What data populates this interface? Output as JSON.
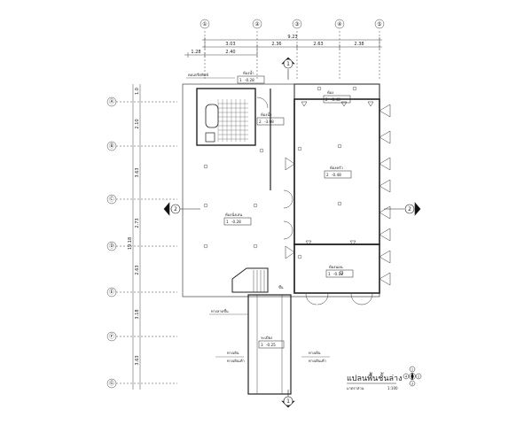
{
  "grid_columns": [
    "①",
    "②",
    "③",
    "④",
    "⑤"
  ],
  "grid_rows": [
    "Ⓐ",
    "Ⓑ",
    "Ⓒ",
    "Ⓓ",
    "Ⓔ",
    "Ⓕ",
    "Ⓖ"
  ],
  "top_dimensions": {
    "overall": "9.23",
    "spans": [
      "3.03",
      "2.36",
      "2.63",
      "2.38"
    ],
    "offset_a": "1.28",
    "offset_b": "2.40"
  },
  "left_dimensions": {
    "overall": "19.18",
    "spans": [
      "2.10",
      "3.63",
      "2.73",
      "2.63",
      "3.18",
      "3.63"
    ],
    "top_small": "1.0"
  },
  "section_markers": {
    "top": "1",
    "bottom": "1",
    "left": "2",
    "right": "2"
  },
  "rooms": [
    {
      "name": "ห้องน้ำ",
      "code": "1",
      "level": "-0.28"
    },
    {
      "name": "ห้องน้ำ",
      "code": "2",
      "level": "-3.08"
    },
    {
      "name": "ห้องนั่งเล่น",
      "code": "1",
      "level": "-0.28"
    },
    {
      "name": "ห้อง",
      "code": "2",
      "level": "-0.48"
    },
    {
      "name": "ห้องครัว",
      "code": "2",
      "level": "-0.48"
    },
    {
      "name": "ห้องนอน",
      "code": "1",
      "level": "-0.18"
    },
    {
      "name": "ระเบียง",
      "code": "3",
      "level": "-0.25"
    }
  ],
  "labels": {
    "stair_up": "ขึ้น",
    "ramp_label": "ทางลาดขึ้น",
    "walkway_left": "ทางเดิน",
    "walkway_right": "ทางเดิน",
    "note_left": "ทางเดินเท้า",
    "note_right": "ทางเดินเท้า",
    "entry_label": "คอนกรีตพิมพ์"
  },
  "title_block": {
    "title": "แปลนพื้นชั้นล่าง",
    "scale_prefix": "มาตราส่วน",
    "scale": "1:100"
  },
  "north_arrow": {
    "n": "1",
    "e": "2",
    "s": "3",
    "w": "4"
  }
}
